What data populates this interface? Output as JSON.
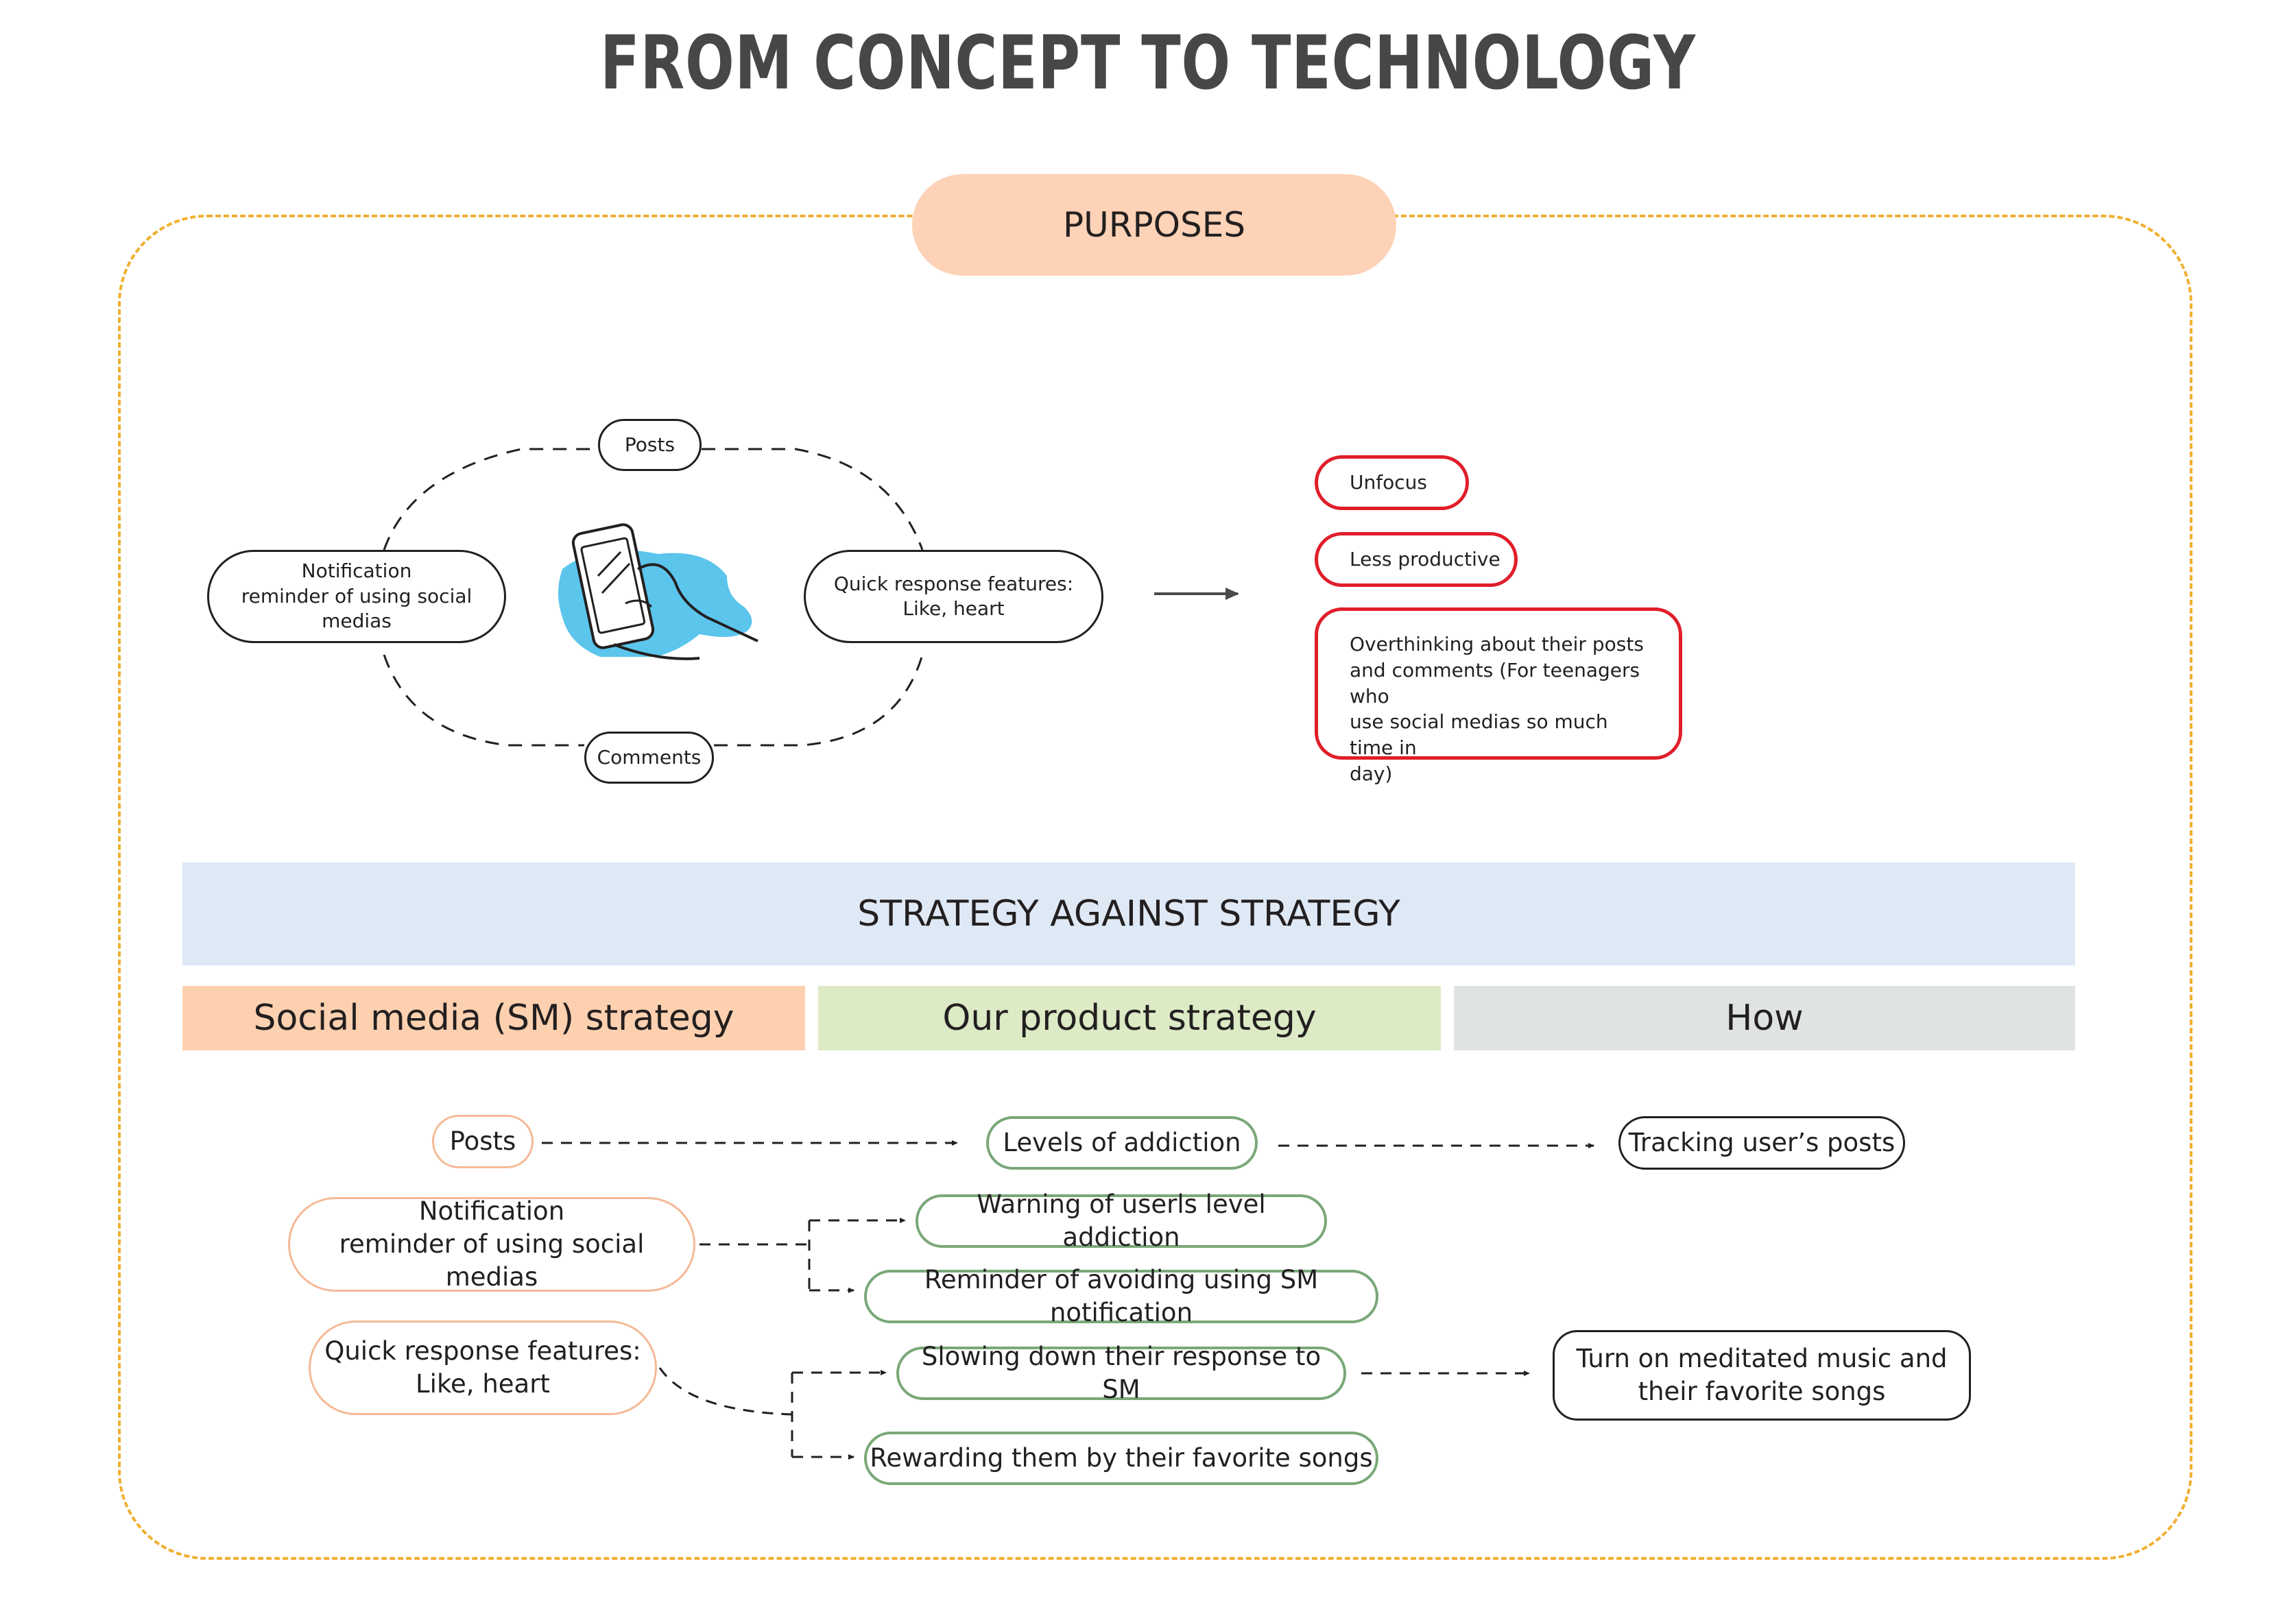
{
  "title": "FROM CONCEPT TO TECHNOLOGY",
  "purposes": {
    "label": "PURPOSES",
    "cycle": {
      "posts": "Posts",
      "comments": "Comments",
      "notification_line1": "Notification",
      "notification_line2": "reminder of using social medias",
      "quick_line1": "Quick response features:",
      "quick_line2": "Like, heart"
    },
    "effects": {
      "unfocus": "Unfocus",
      "less_productive": "Less productive",
      "overthinking_line1": "Overthinking about their posts",
      "overthinking_line2": "and comments (For teenagers who",
      "overthinking_line3": "use social medias  so much time in",
      "overthinking_line4": "day)"
    }
  },
  "strategy": {
    "banner": "STRATEGY AGAINST STRATEGY",
    "columns": {
      "sm": "Social media (SM) strategy",
      "product": "Our product strategy",
      "how": "How"
    },
    "sm_items": {
      "posts": "Posts",
      "notification_line1": "Notification",
      "notification_line2": "reminder of using social medias",
      "quick_line1": "Quick response features:",
      "quick_line2": "Like, heart"
    },
    "product_items": {
      "levels": "Levels of addiction",
      "warning": "Warning of userls level addiction",
      "reminder": "Reminder of avoiding using SM notification",
      "slowing": "Slowing down their response to SM",
      "rewarding": "Rewarding them by their favorite songs"
    },
    "how_items": {
      "tracking": "Tracking user’s posts",
      "music_line1": "Turn on meditated music and",
      "music_line2": "their favorite songs"
    }
  },
  "colors": {
    "frame_dashed": "#f0b030",
    "purposes_fill": "#fdd2b6",
    "effect_border": "#e01e2a",
    "banner_fill": "#dfe9f5",
    "sm_header": "#fdd1b0",
    "product_header": "#dceac5",
    "how_header": "#dfe4e3",
    "sm_border": "#f6b996",
    "product_border": "#79a878",
    "phone_splash": "#5bc5ec"
  }
}
